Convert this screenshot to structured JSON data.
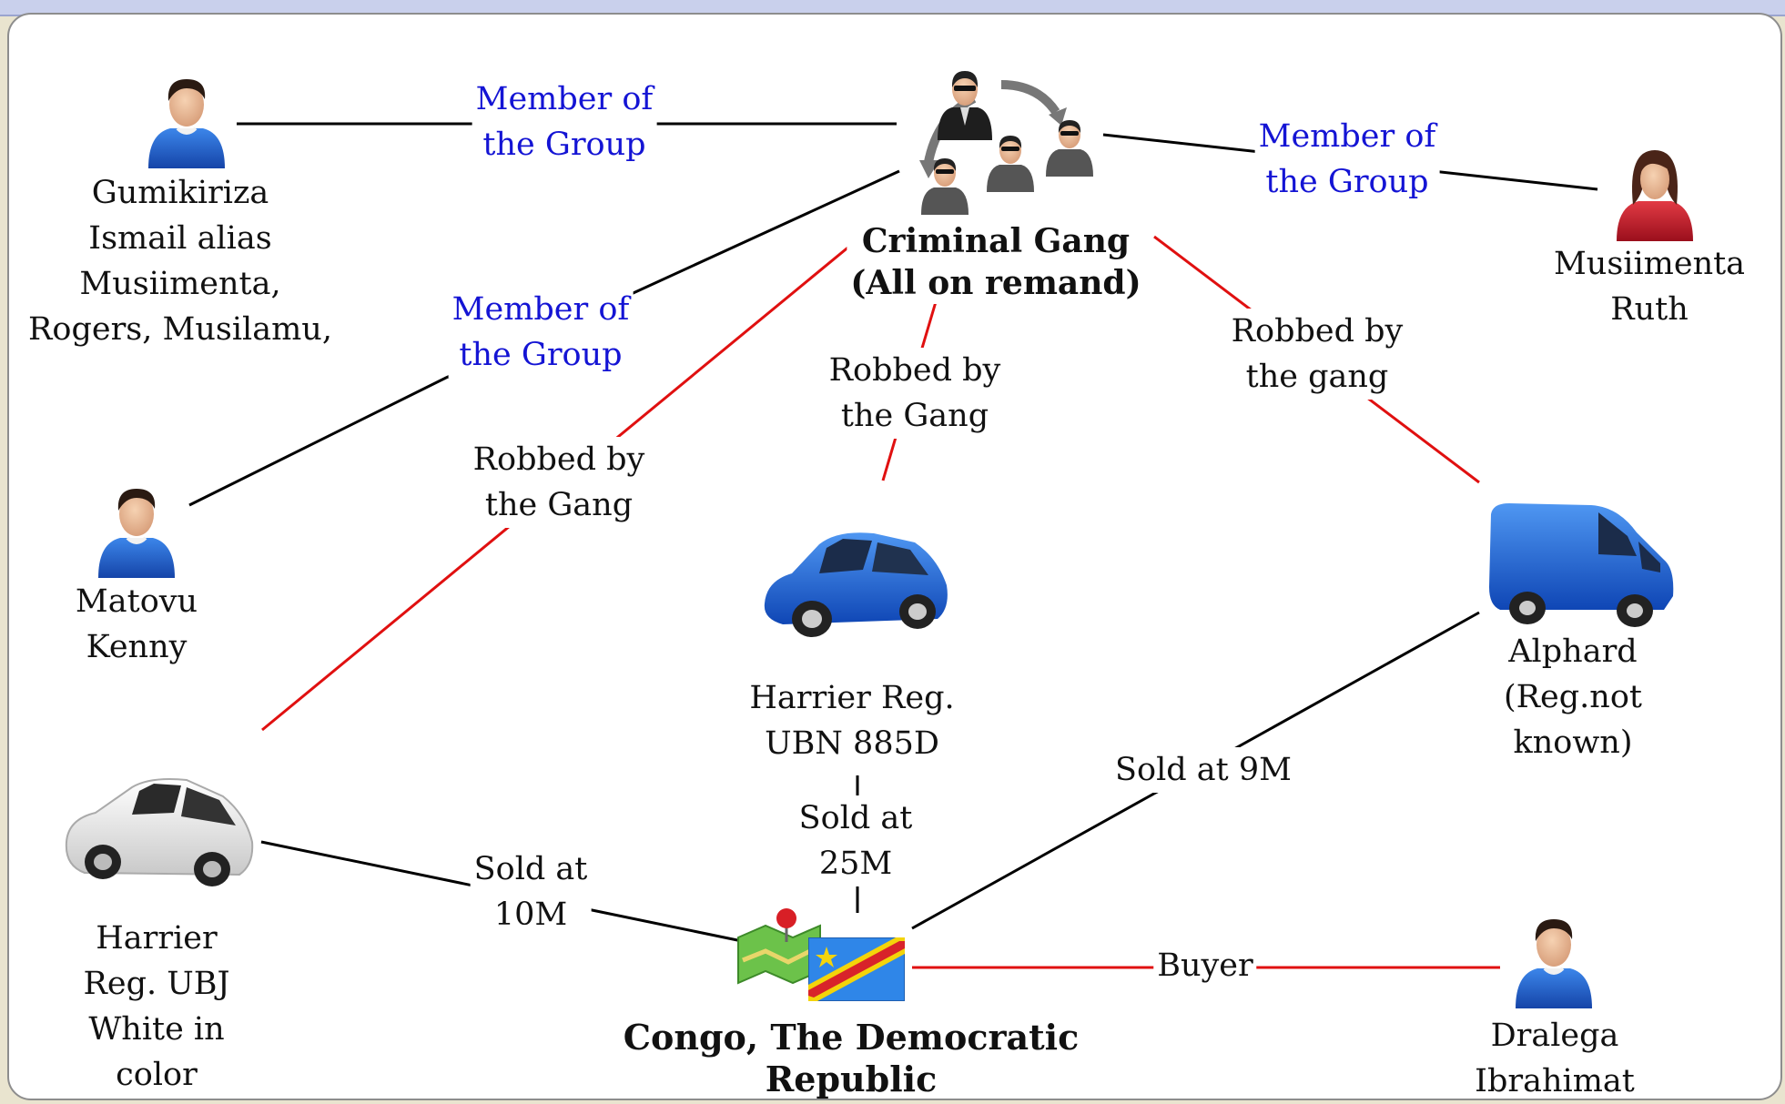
{
  "nodes": {
    "gang": {
      "label": "Criminal Gang\n(All on remand)"
    },
    "gumikiriza": {
      "label": "Gumikiriza\nIsmail alias\nMusiimenta,\nRogers, Musilamu,"
    },
    "ruth": {
      "label": "Musiimenta\nRuth"
    },
    "matovu": {
      "label": "Matovu\nKenny"
    },
    "harrier_ubn": {
      "label": "Harrier Reg.\nUBN 885D"
    },
    "alphard": {
      "label": "Alphard\n(Reg.not known)"
    },
    "harrier_ubj": {
      "label": "Harrier\nReg. UBJ\nWhite in\ncolor"
    },
    "congo": {
      "label": "Congo, The Democratic\nRepublic"
    },
    "dralega": {
      "label": "Dralega\nIbrahimat"
    }
  },
  "edges": {
    "gumikiriza_gang": {
      "label": "Member of\nthe Group"
    },
    "gang_ruth": {
      "label": "Member of\nthe Group"
    },
    "matovu_gang": {
      "label": "Member of\nthe Group"
    },
    "gang_ubj": {
      "label": "Robbed by\nthe Gang"
    },
    "gang_ubn": {
      "label": "Robbed by\nthe Gang"
    },
    "gang_alphard": {
      "label": "Robbed by\nthe gang"
    },
    "ubj_congo": {
      "label": "Sold at\n10M"
    },
    "ubn_congo": {
      "label": "Sold at\n25M"
    },
    "alphard_congo": {
      "label": "Sold at 9M"
    },
    "congo_dralega": {
      "label": "Buyer"
    }
  },
  "colors": {
    "member_line": "#000000",
    "robbed_line": "#e01010",
    "sold_line": "#000000",
    "buyer_line": "#e01010",
    "member_text": "#1414d4",
    "person_shirt": "#1f5fc8",
    "woman_shirt": "#c8192a",
    "car_blue": "#1e64d6",
    "car_white": "#f2f2f2",
    "gang_suit": "#2b2b2b"
  },
  "icons": [
    "male-user-icon",
    "female-user-icon",
    "gang-group-icon",
    "blue-car-icon",
    "blue-van-icon",
    "white-car-icon",
    "map-pin-icon",
    "congo-flag-icon"
  ]
}
